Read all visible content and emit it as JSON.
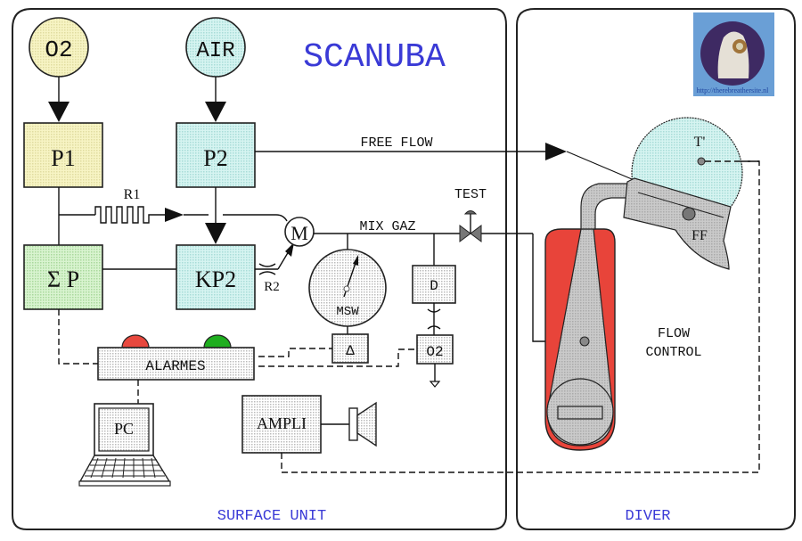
{
  "title": "SCANUBA",
  "watermark": {
    "text": "http://therebreathersite.nl",
    "icon": "diver-helmet-logo"
  },
  "panels": {
    "surface": {
      "label": "SURFACE UNIT"
    },
    "diver": {
      "label": "DIVER"
    }
  },
  "sources": {
    "o2": {
      "label": "O2",
      "color": "#f7f4c4"
    },
    "air": {
      "label": "AIR",
      "color": "#d4f3f0"
    }
  },
  "blocks": {
    "p1": {
      "label": "P1",
      "color": "#f7f4c4"
    },
    "p2": {
      "label": "P2",
      "color": "#d4f3f0"
    },
    "sum_p": {
      "label": "Σ P",
      "color": "#d6f3cf"
    },
    "kp2": {
      "label": "KP2",
      "color": "#d4f3f0"
    },
    "mixer": {
      "label": "M"
    },
    "gauge": {
      "label": "MSW"
    },
    "delta": {
      "label": "Δ"
    },
    "d": {
      "label": "D"
    },
    "o2_sensor": {
      "label": "O2"
    },
    "alarms": {
      "label": "ALARMES",
      "lights": [
        "#e8483e",
        "#1fae1f"
      ]
    },
    "pc": {
      "label": "PC"
    },
    "ampli": {
      "label": "AMPLI"
    }
  },
  "flow_labels": {
    "r1": "R1",
    "r2": "R2",
    "free_flow": "FREE FLOW",
    "mix_gaz": "MIX GAZ",
    "test": "TEST"
  },
  "diver_parts": {
    "helmet_sensor": "T'",
    "ff": "FF",
    "flow_control": [
      "FLOW",
      "CONTROL"
    ],
    "counterlung_color": "#e8443a",
    "helmet_color": "#d4f3f0",
    "body_color": "#c4c4c4"
  }
}
